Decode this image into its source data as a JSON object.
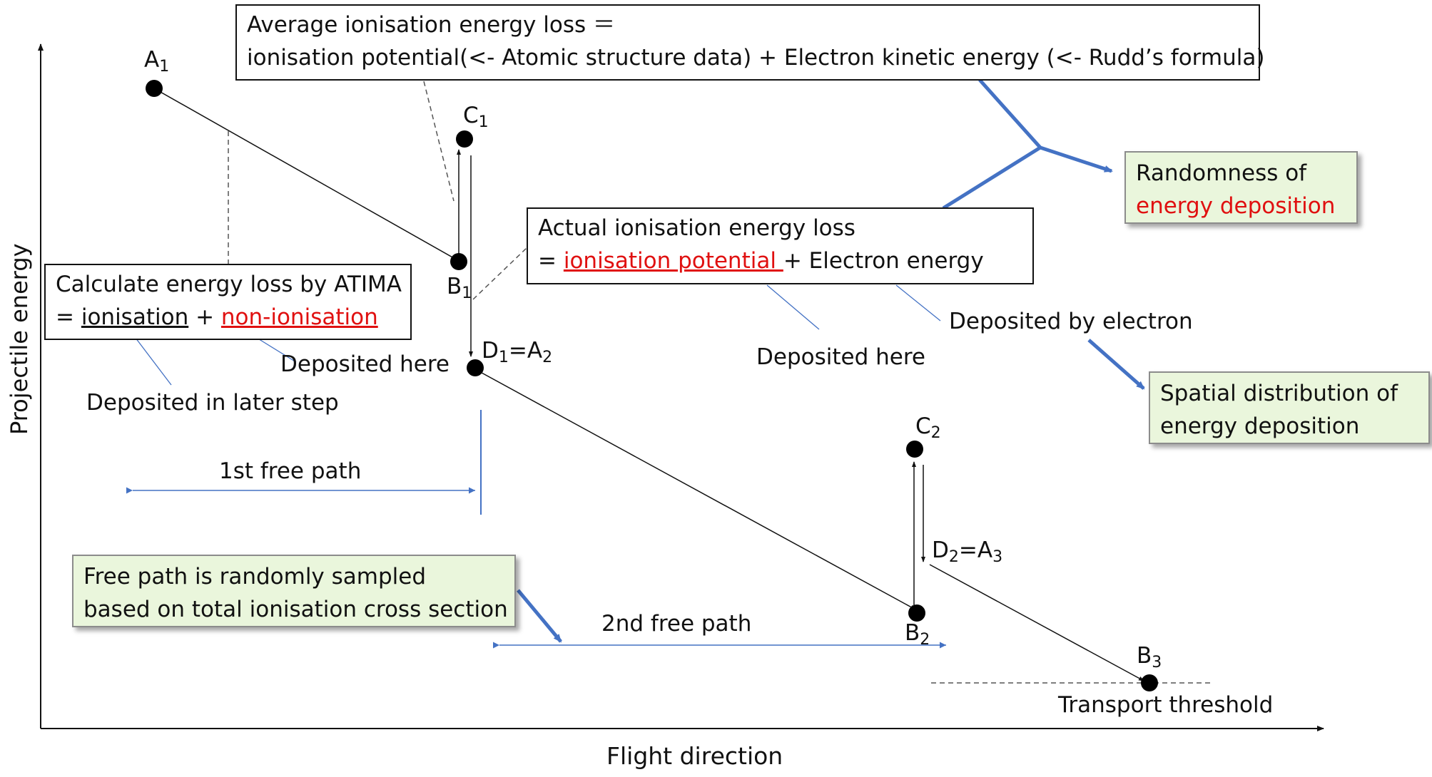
{
  "axes": {
    "x_label": "Flight direction",
    "y_label": "Projectile energy"
  },
  "points": {
    "A1": {
      "letter": "A",
      "sub": "1"
    },
    "B1": {
      "letter": "B",
      "sub": "1"
    },
    "C1": {
      "letter": "C",
      "sub": "1"
    },
    "D1": {
      "letter": "D",
      "sub": "1",
      "eq": "=A",
      "eq_sub": "2"
    },
    "C2": {
      "letter": "C",
      "sub": "2"
    },
    "B2": {
      "letter": "B",
      "sub": "2"
    },
    "D2": {
      "letter": "D",
      "sub": "2",
      "eq": "=A",
      "eq_sub": "3"
    },
    "B3": {
      "letter": "B",
      "sub": "3"
    }
  },
  "boxes": {
    "average_loss": {
      "line1": "Average ionisation energy loss ＝",
      "line2": "ionisation potential(<- Atomic structure data) + Electron kinetic energy (<- Rudd’s formula)"
    },
    "atima": {
      "line1": "Calculate energy loss by ATIMA",
      "prefix": "= ",
      "ionisation": "ionisation",
      "plus": " + ",
      "non_ionisation": "non-ionisation"
    },
    "actual_loss": {
      "line1": "Actual ionisation energy loss",
      "prefix": "= ",
      "ionisation_potential": "ionisation potential ",
      "suffix": "+ Electron energy"
    },
    "randomness": {
      "line1": "Randomness of",
      "line2": "energy deposition"
    },
    "spatial": {
      "line1": "Spatial distribution of",
      "line2": "energy deposition"
    },
    "free_path": {
      "line1": "Free path is randomly sampled",
      "line2": "based on total ionisation cross section"
    }
  },
  "labels": {
    "deposited_here_1": "Deposited here",
    "deposited_later": "Deposited in later step",
    "deposited_here_2": "Deposited here",
    "deposited_by_electron": "Deposited by electron",
    "first_free_path": "1st free path",
    "second_free_path": "2nd free path",
    "transport_threshold": "Transport threshold"
  },
  "colors": {
    "accent_blue": "#4472c4",
    "highlight_red": "#e01010",
    "box_green": "#eaf6dc"
  }
}
